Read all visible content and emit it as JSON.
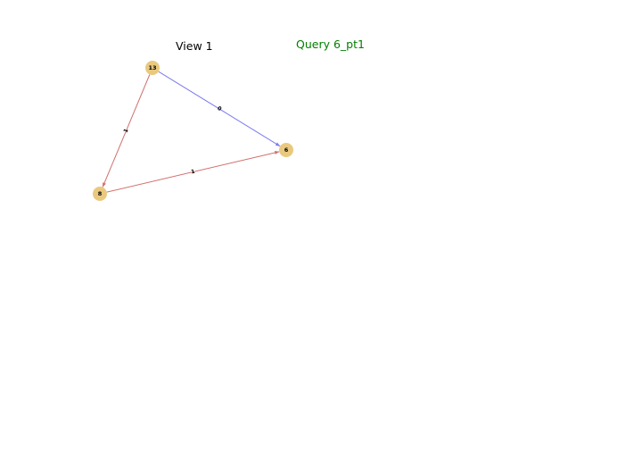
{
  "header": {
    "view_title": "View 1",
    "query_title": "Query 6_pt1",
    "query_color": "#008000"
  },
  "graph": {
    "node_color": "#e9c97f",
    "nodes": [
      {
        "id": "13",
        "label": "13"
      },
      {
        "id": "6",
        "label": "6"
      },
      {
        "id": "8",
        "label": "8"
      }
    ],
    "edges": [
      {
        "source": "13",
        "target": "6",
        "label": "0",
        "color": "#7b7bf0"
      },
      {
        "source": "13",
        "target": "8",
        "label": "1",
        "color": "#d0706d"
      },
      {
        "source": "8",
        "target": "6",
        "label": "1",
        "color": "#d0706d"
      }
    ]
  }
}
